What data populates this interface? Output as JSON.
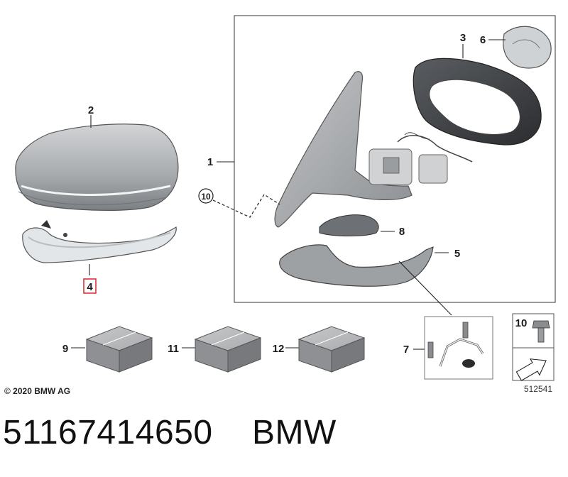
{
  "diagram": {
    "copyright": "© 2020 BMW AG",
    "drawing_number": "512541",
    "highlighted_part": "4",
    "callouts": [
      {
        "id": "1",
        "label": "1"
      },
      {
        "id": "2",
        "label": "2"
      },
      {
        "id": "3",
        "label": "3"
      },
      {
        "id": "4",
        "label": "4"
      },
      {
        "id": "5",
        "label": "5"
      },
      {
        "id": "6",
        "label": "6"
      },
      {
        "id": "7",
        "label": "7"
      },
      {
        "id": "8",
        "label": "8"
      },
      {
        "id": "9",
        "label": "9"
      },
      {
        "id": "10",
        "label": "10"
      },
      {
        "id": "11",
        "label": "11"
      },
      {
        "id": "12",
        "label": "12"
      }
    ],
    "legend_box_label": "10",
    "highlight_color": "#d9252a"
  },
  "caption": {
    "part_number": "51167414650",
    "brand": "BMW"
  }
}
